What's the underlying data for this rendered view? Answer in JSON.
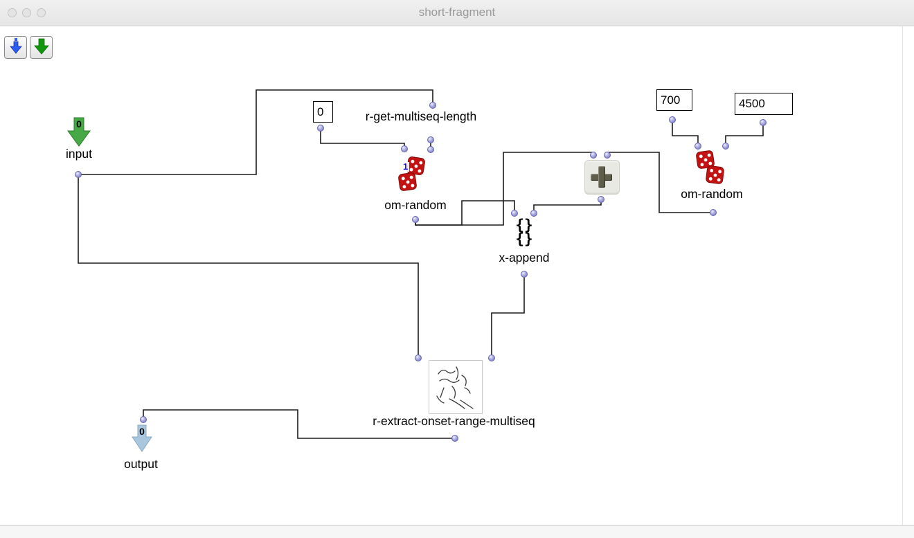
{
  "window": {
    "title": "short-fragment"
  },
  "toolbar": {
    "buttons": [
      {
        "icon": "blue-down-arrow"
      },
      {
        "icon": "green-down-arrow"
      }
    ]
  },
  "patch": {
    "input": {
      "label": "input",
      "badge": "0"
    },
    "const_zero": {
      "value": "0"
    },
    "get_length": {
      "label": "r-get-multiseq-length"
    },
    "om_random_left": {
      "label": "om-random",
      "badge": "1"
    },
    "x_append": {
      "label": "x-append",
      "glyph_row": "{}"
    },
    "om_plus": {
      "icon": "plus"
    },
    "num_700": {
      "value": "700"
    },
    "num_4500": {
      "value": "4500"
    },
    "om_random_right": {
      "label": "om-random"
    },
    "extract": {
      "label": "r-extract-onset-range-multiseq"
    },
    "output": {
      "label": "output",
      "badge": "0"
    }
  },
  "colors": {
    "dice_red": "#c41212",
    "input_arrow_green": "#46a946",
    "output_arrow_blue": "#a9c6dc",
    "port_blue": "#8d8dd8",
    "wire": "#1b1b1b"
  }
}
